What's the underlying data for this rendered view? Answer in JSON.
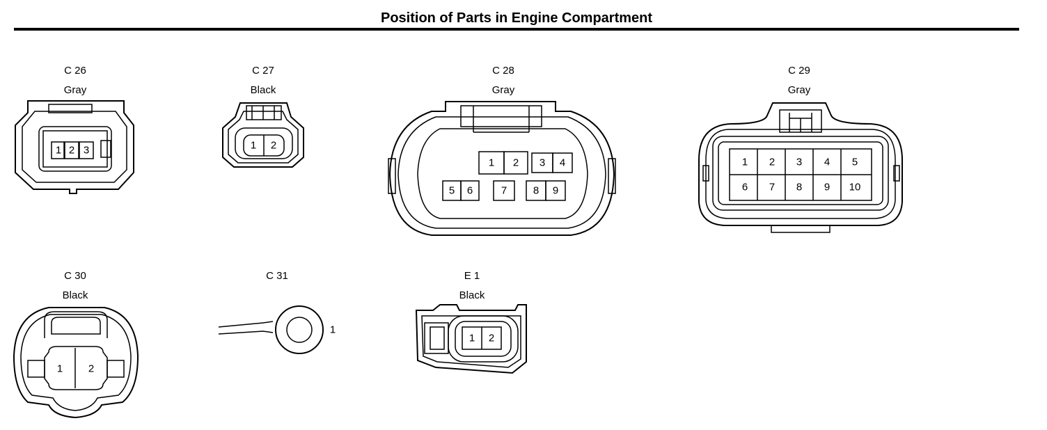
{
  "title": "Position of Parts in Engine Compartment",
  "connectors": [
    {
      "id": "C 26",
      "color": "Gray",
      "pins": [
        "1",
        "2",
        "3"
      ]
    },
    {
      "id": "C 27",
      "color": "Black",
      "pins": [
        "1",
        "2"
      ]
    },
    {
      "id": "C 28",
      "color": "Gray",
      "pins": [
        "1",
        "2",
        "3",
        "4",
        "5",
        "6",
        "7",
        "8",
        "9"
      ]
    },
    {
      "id": "C 29",
      "color": "Gray",
      "pins": [
        "1",
        "2",
        "3",
        "4",
        "5",
        "6",
        "7",
        "8",
        "9",
        "10"
      ]
    },
    {
      "id": "C 30",
      "color": "Black",
      "pins": [
        "1",
        "2"
      ]
    },
    {
      "id": "C 31",
      "pins": [
        "1"
      ]
    },
    {
      "id": "E 1",
      "color": "Black",
      "pins": [
        "1",
        "2"
      ]
    }
  ]
}
